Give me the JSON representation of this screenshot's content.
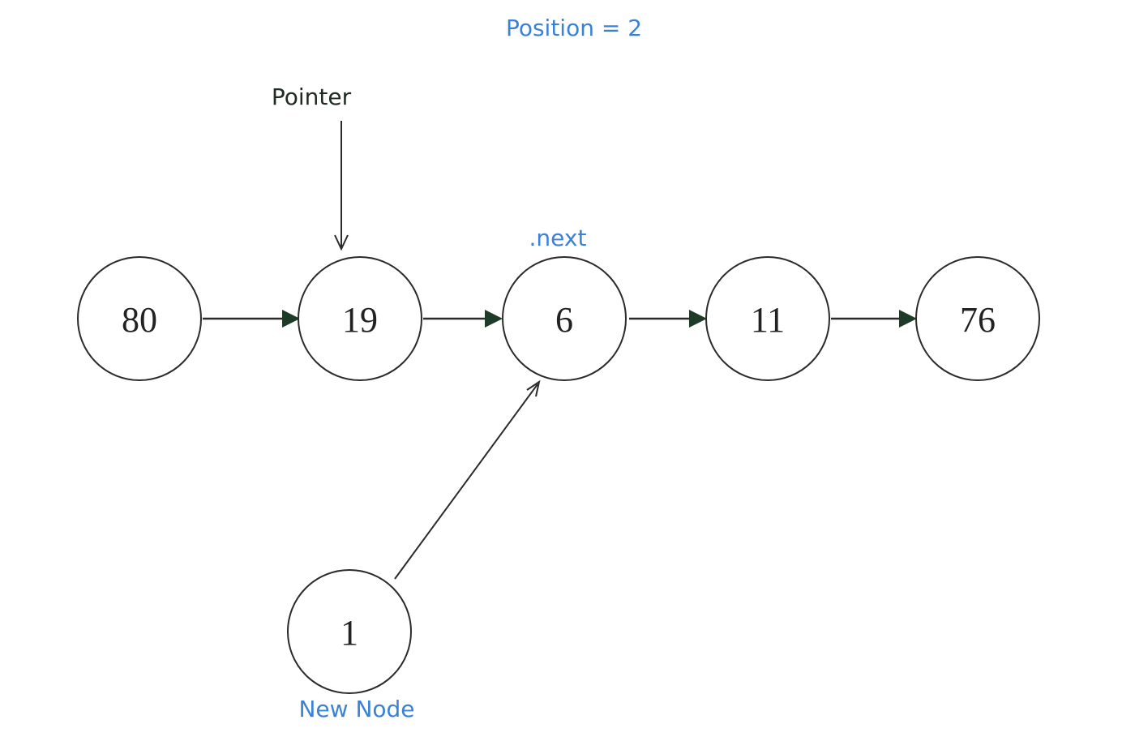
{
  "position_label": "Position = 2",
  "pointer_label": "Pointer",
  "next_label": ".next",
  "new_node_label": "New Node",
  "list_nodes": [
    "80",
    "19",
    "6",
    "11",
    "76"
  ],
  "new_node_value": "1",
  "colors": {
    "accent_blue": "#3b82d6",
    "label_dark": "#1e2a22",
    "stroke": "#2b2b2b",
    "arrow": "#1d3b26"
  }
}
